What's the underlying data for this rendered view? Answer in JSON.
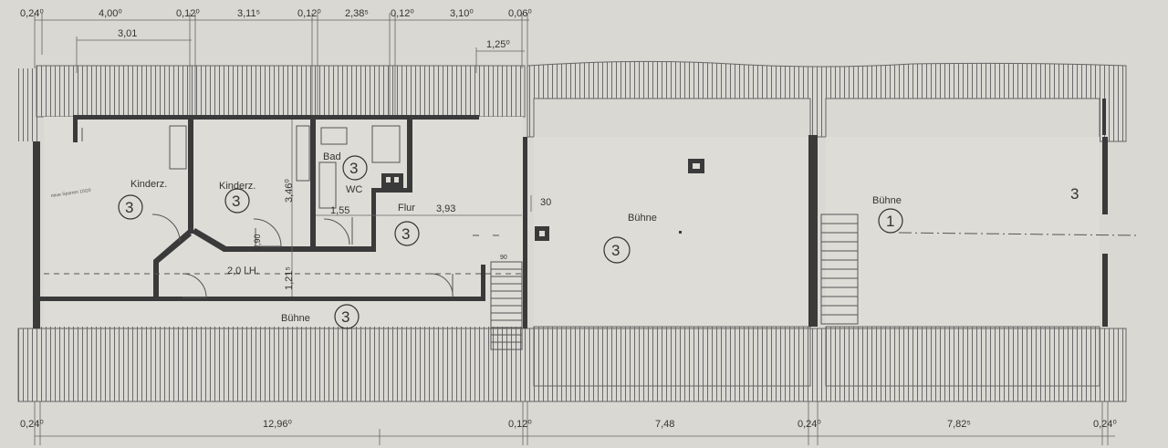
{
  "top_dimensions": [
    "0,24⁰",
    "4,00⁰",
    "0,12⁰",
    "3,11⁵",
    "0,12⁰",
    "2,38⁵",
    "0,12⁰",
    "3,10⁰",
    "0,06⁰"
  ],
  "top_sub_dimensions": [
    "3,01",
    "1,25⁰"
  ],
  "bottom_dimensions": [
    "0,24⁰",
    "12,96⁰",
    "0,12⁰",
    "7,48",
    "0,24⁰",
    "7,82⁵",
    "0,24⁰"
  ],
  "rooms": {
    "kinderz1": "Kinderz.",
    "kinderz2": "Kinderz.",
    "bad": "Bad",
    "wc": "WC",
    "flur": "Flur",
    "buehne_bottom": "Bühne",
    "buehne_center": "Bühne",
    "buehne_right": "Bühne"
  },
  "circle_numbers": {
    "kinderz1": "3",
    "kinderz2": "3",
    "bad": "3",
    "flur": "3",
    "buehne_bottom": "3",
    "buehne_center": "3",
    "buehne_right": "1"
  },
  "corner_number": "3",
  "inner_dimensions": {
    "kinderz2_height": "3,46⁰",
    "bad_width": "1,55",
    "flur_width": "3,93",
    "flur_depth": "1,21⁵",
    "door_width": "0,90",
    "clear_height": "2,0 l.H.",
    "chimney_offset": "30",
    "stair_width": "90"
  },
  "annotation": "neue Sparren 10/20"
}
